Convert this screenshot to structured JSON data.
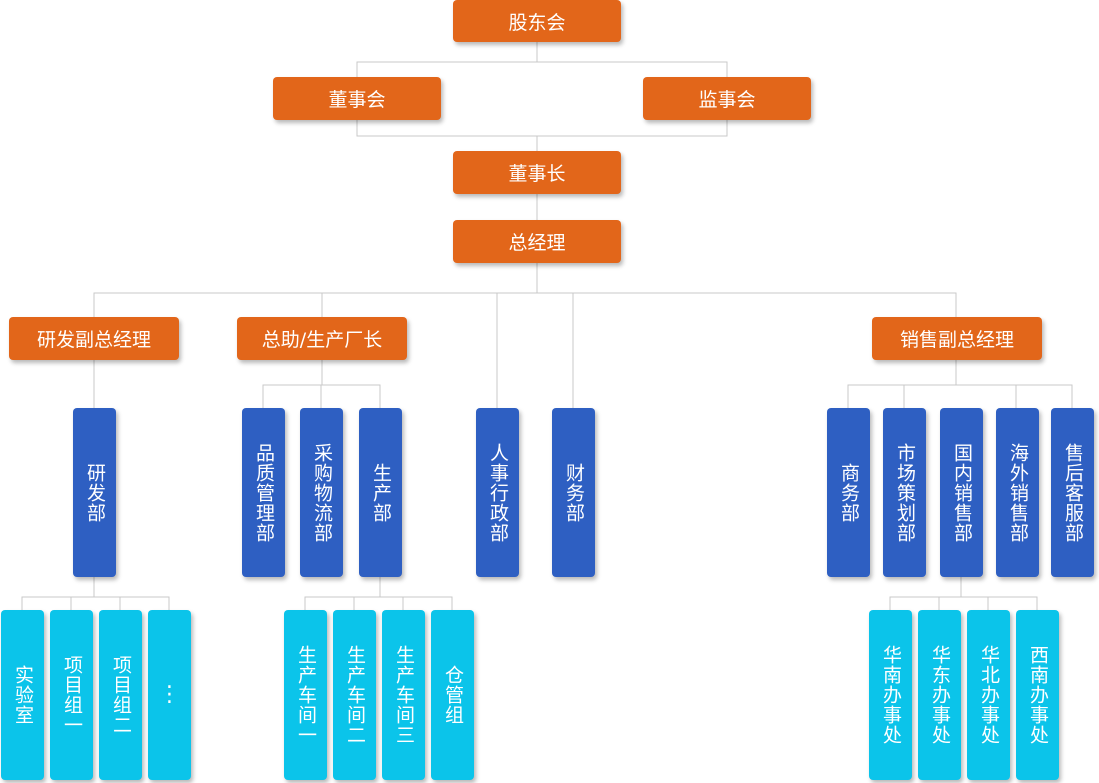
{
  "top": {
    "shareholders": "股东会",
    "board": "董事会",
    "supervisors": "监事会",
    "chairman": "董事长",
    "gm": "总经理"
  },
  "vps": {
    "rd": "研发副总经理",
    "production": "总助/生产厂长",
    "sales": "销售副总经理"
  },
  "departments": {
    "rd": "研发部",
    "quality": "品质管理部",
    "purchasing": "采购物流部",
    "production": "生产部",
    "hr": "人事行政部",
    "finance": "财务部",
    "business": "商务部",
    "marketing": "市场策划部",
    "domestic": "国内销售部",
    "overseas": "海外销售部",
    "aftersales": "售后客服部"
  },
  "rd_units": [
    "实验室",
    "项目组一",
    "项目组二",
    "⋮"
  ],
  "production_units": [
    "生产车间一",
    "生产车间二",
    "生产车间三",
    "仓管组"
  ],
  "sales_offices": [
    "华南办事处",
    "华东办事处",
    "华北办事处",
    "西南办事处"
  ],
  "colors": {
    "executive": "#e2661a",
    "department": "#2e5fc2",
    "unit": "#0bc4ea",
    "connector": "#c9c9c9"
  }
}
